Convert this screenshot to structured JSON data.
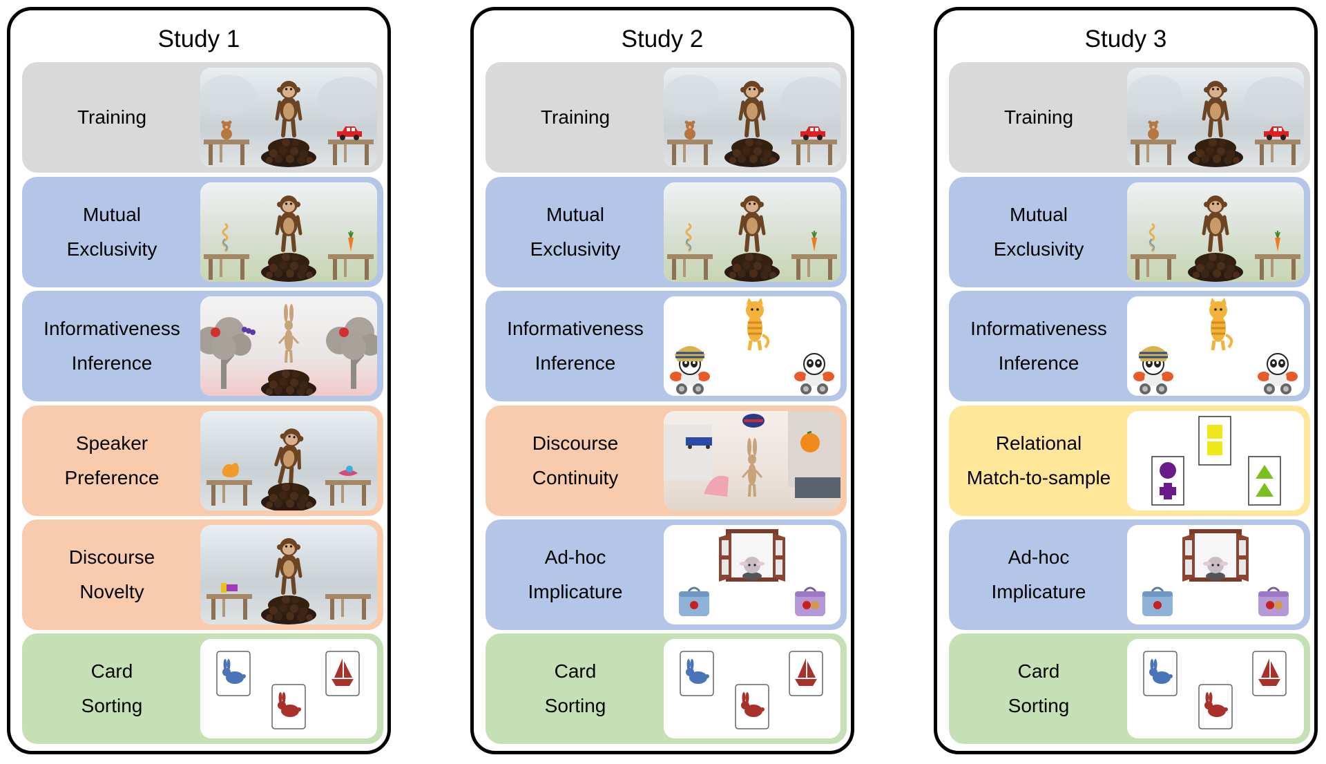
{
  "studies": [
    {
      "title": "Study 1",
      "rows": [
        {
          "line1": "Training",
          "line2": "",
          "color": "#d9d9d9",
          "scene": "training-scene"
        },
        {
          "line1": "Mutual",
          "line2": "Exclusivity",
          "color": "#b4c6e7",
          "scene": "mutual-exclusivity-scene"
        },
        {
          "line1": "Informativeness",
          "line2": "Inference",
          "color": "#b4c6e7",
          "scene": "trees-scene"
        },
        {
          "line1": "Speaker",
          "line2": "Preference",
          "color": "#f8cbad",
          "scene": "speaker-preference-scene"
        },
        {
          "line1": "Discourse",
          "line2": "Novelty",
          "color": "#f8cbad",
          "scene": "discourse-novelty-scene"
        },
        {
          "line1": "Card",
          "line2": "Sorting",
          "color": "#c5e0b4",
          "scene": "card-sorting-scene"
        }
      ]
    },
    {
      "title": "Study 2",
      "rows": [
        {
          "line1": "Training",
          "line2": "",
          "color": "#d9d9d9",
          "scene": "training-scene"
        },
        {
          "line1": "Mutual",
          "line2": "Exclusivity",
          "color": "#b4c6e7",
          "scene": "mutual-exclusivity-scene"
        },
        {
          "line1": "Informativeness",
          "line2": "Inference",
          "color": "#b4c6e7",
          "scene": "robots-scene"
        },
        {
          "line1": "Discourse",
          "line2": "Continuity",
          "color": "#f8cbad",
          "scene": "room-scene"
        },
        {
          "line1": "Ad-hoc",
          "line2": "Implicature",
          "color": "#b4c6e7",
          "scene": "window-lunchbox-scene"
        },
        {
          "line1": "Card",
          "line2": "Sorting",
          "color": "#c5e0b4",
          "scene": "card-sorting-scene"
        }
      ]
    },
    {
      "title": "Study 3",
      "rows": [
        {
          "line1": "Training",
          "line2": "",
          "color": "#d9d9d9",
          "scene": "training-scene"
        },
        {
          "line1": "Mutual",
          "line2": "Exclusivity",
          "color": "#b4c6e7",
          "scene": "mutual-exclusivity-scene"
        },
        {
          "line1": "Informativeness",
          "line2": "Inference",
          "color": "#b4c6e7",
          "scene": "robots-scene"
        },
        {
          "line1": "Relational",
          "line2": "Match-to-sample",
          "color": "#ffe699",
          "scene": "match-to-sample-scene"
        },
        {
          "line1": "Ad-hoc",
          "line2": "Implicature",
          "color": "#b4c6e7",
          "scene": "window-lunchbox-scene"
        },
        {
          "line1": "Card",
          "line2": "Sorting",
          "color": "#c5e0b4",
          "scene": "card-sorting-scene"
        }
      ]
    }
  ]
}
